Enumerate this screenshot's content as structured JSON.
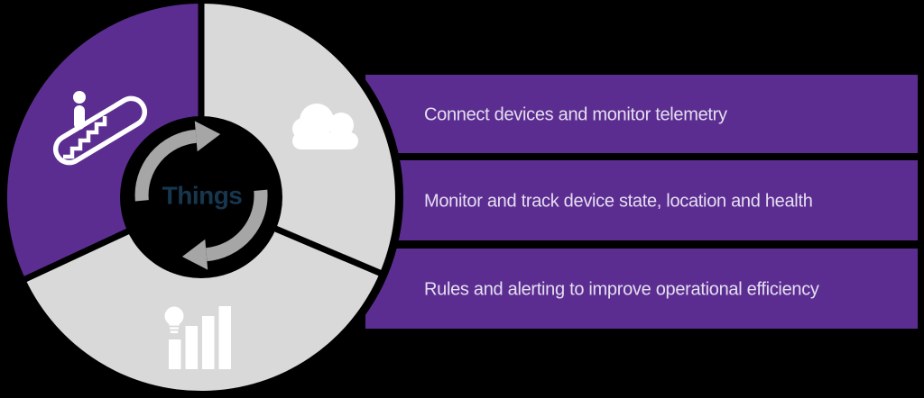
{
  "colors": {
    "background": "#000000",
    "purple": "#5C2D91",
    "light_gray": "#D9D9D9",
    "arrow_gray": "#A6A6A6",
    "white": "#FFFFFF",
    "hub_text": "#17374F",
    "callout_text": "#E4DFF0"
  },
  "hub": {
    "label": "Things"
  },
  "segments": [
    {
      "position": "top-left",
      "icon": "escalator-icon"
    },
    {
      "position": "right",
      "icon": "cloud-icon"
    },
    {
      "position": "bottom",
      "icon": "lightbulb-bar-chart-icon"
    }
  ],
  "callouts": [
    {
      "label": "Connect devices and monitor telemetry"
    },
    {
      "label": "Monitor and track device state, location and health"
    },
    {
      "label": "Rules and alerting to improve operational efficiency"
    }
  ]
}
